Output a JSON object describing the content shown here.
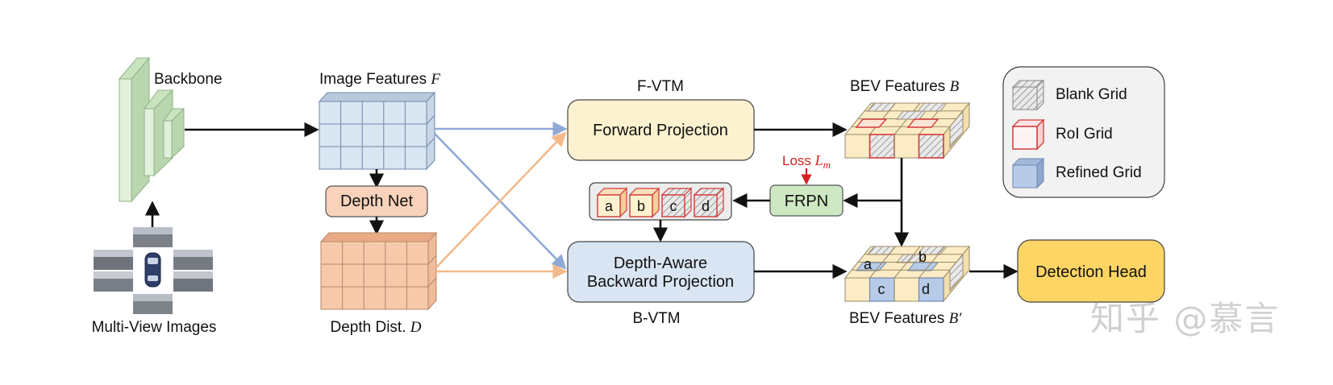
{
  "labels": {
    "backbone": "Backbone",
    "image_features": "Image Features",
    "image_features_symbol": "F",
    "depth_net": "Depth Net",
    "depth_dist": "Depth Dist.",
    "depth_dist_symbol": "D",
    "multi_view_images": "Multi-View Images",
    "fvtm": "F-VTM",
    "forward_projection": "Forward Projection",
    "bvtm": "B-VTM",
    "backward_projection_line1": "Depth-Aware",
    "backward_projection_line2": "Backward Projection",
    "bev_features": "BEV Features",
    "bev_features_symbol": "B",
    "bev_features_prime": "BEV Features",
    "bev_features_prime_symbol": "B′",
    "loss": "Loss",
    "loss_symbol": "L",
    "loss_subscript": "m",
    "frpn": "FRPN",
    "detection_head": "Detection Head",
    "roi_a": "a",
    "roi_b": "b",
    "roi_c": "c",
    "roi_d": "d",
    "bev_a": "a",
    "bev_b": "b",
    "bev_c": "c",
    "bev_d": "d"
  },
  "legend": {
    "items": [
      {
        "label": "Blank Grid",
        "icon": "hatched-cube-icon"
      },
      {
        "label": "RoI Grid",
        "icon": "red-outline-cube-icon"
      },
      {
        "label": "Refined Grid",
        "icon": "blue-cube-icon"
      }
    ]
  },
  "watermark": "知乎 @慕言",
  "colors": {
    "image_features": "#dae6f2",
    "depth_dist": "#f6c9aa",
    "depth_net": "#f8d2bb",
    "forward_projection": "#fdf2cf",
    "backward_projection": "#dae5f3",
    "frpn": "#cde8c2",
    "detection_head": "#fdd565",
    "backbone": "#dff0d8",
    "bev_yellow": "#fcecc5",
    "bev_blue": "#b7cbe8",
    "roi_red": "#d23a3a",
    "arrow_blue": "#8fa9d4",
    "arrow_orange": "#f3b98a",
    "loss_red": "#d62020"
  }
}
